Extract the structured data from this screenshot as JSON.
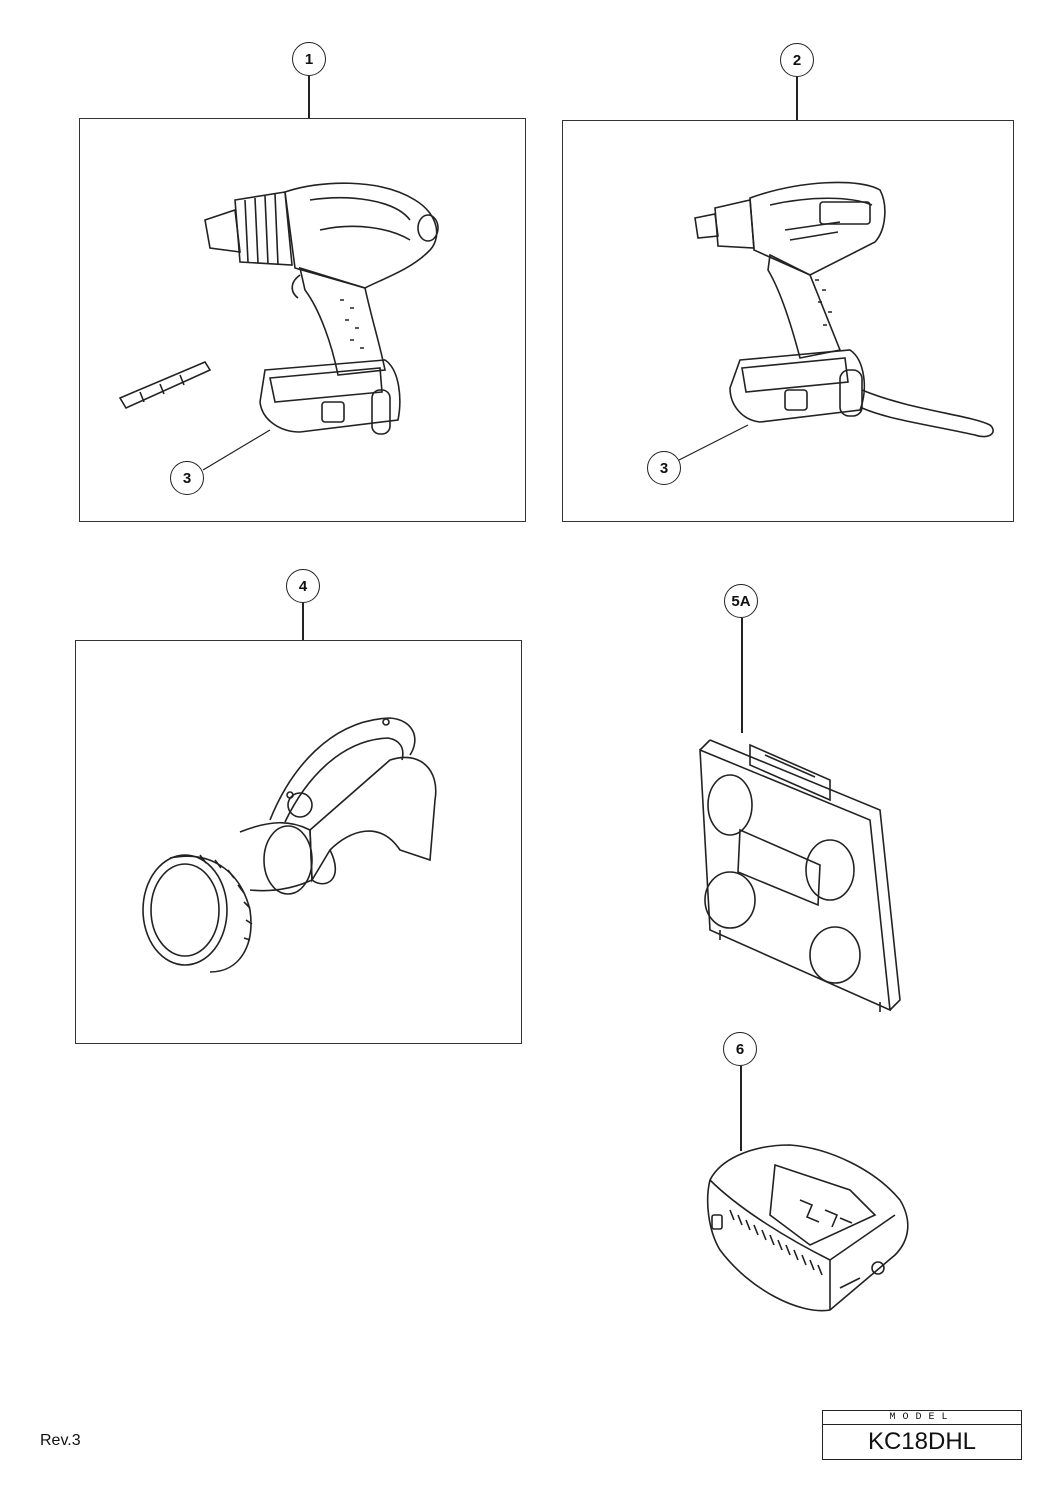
{
  "callouts": {
    "c1": "1",
    "c2": "2",
    "c3a": "3",
    "c3b": "3",
    "c4": "4",
    "c5a": "5A",
    "c6": "6"
  },
  "parts": [
    {
      "callout": "1",
      "icon": "drill-driver-icon"
    },
    {
      "callout": "2",
      "icon": "impact-driver-icon"
    },
    {
      "callout": "3",
      "icon": "battery-icon"
    },
    {
      "callout": "4",
      "icon": "flashlight-icon"
    },
    {
      "callout": "5A",
      "icon": "carrying-case-icon"
    },
    {
      "callout": "6",
      "icon": "battery-charger-icon"
    }
  ],
  "footer": {
    "revision": "Rev.3",
    "model_label": "MODEL",
    "model_value": "KC18DHL"
  },
  "colors": {
    "line": "#222222",
    "background": "#ffffff"
  }
}
